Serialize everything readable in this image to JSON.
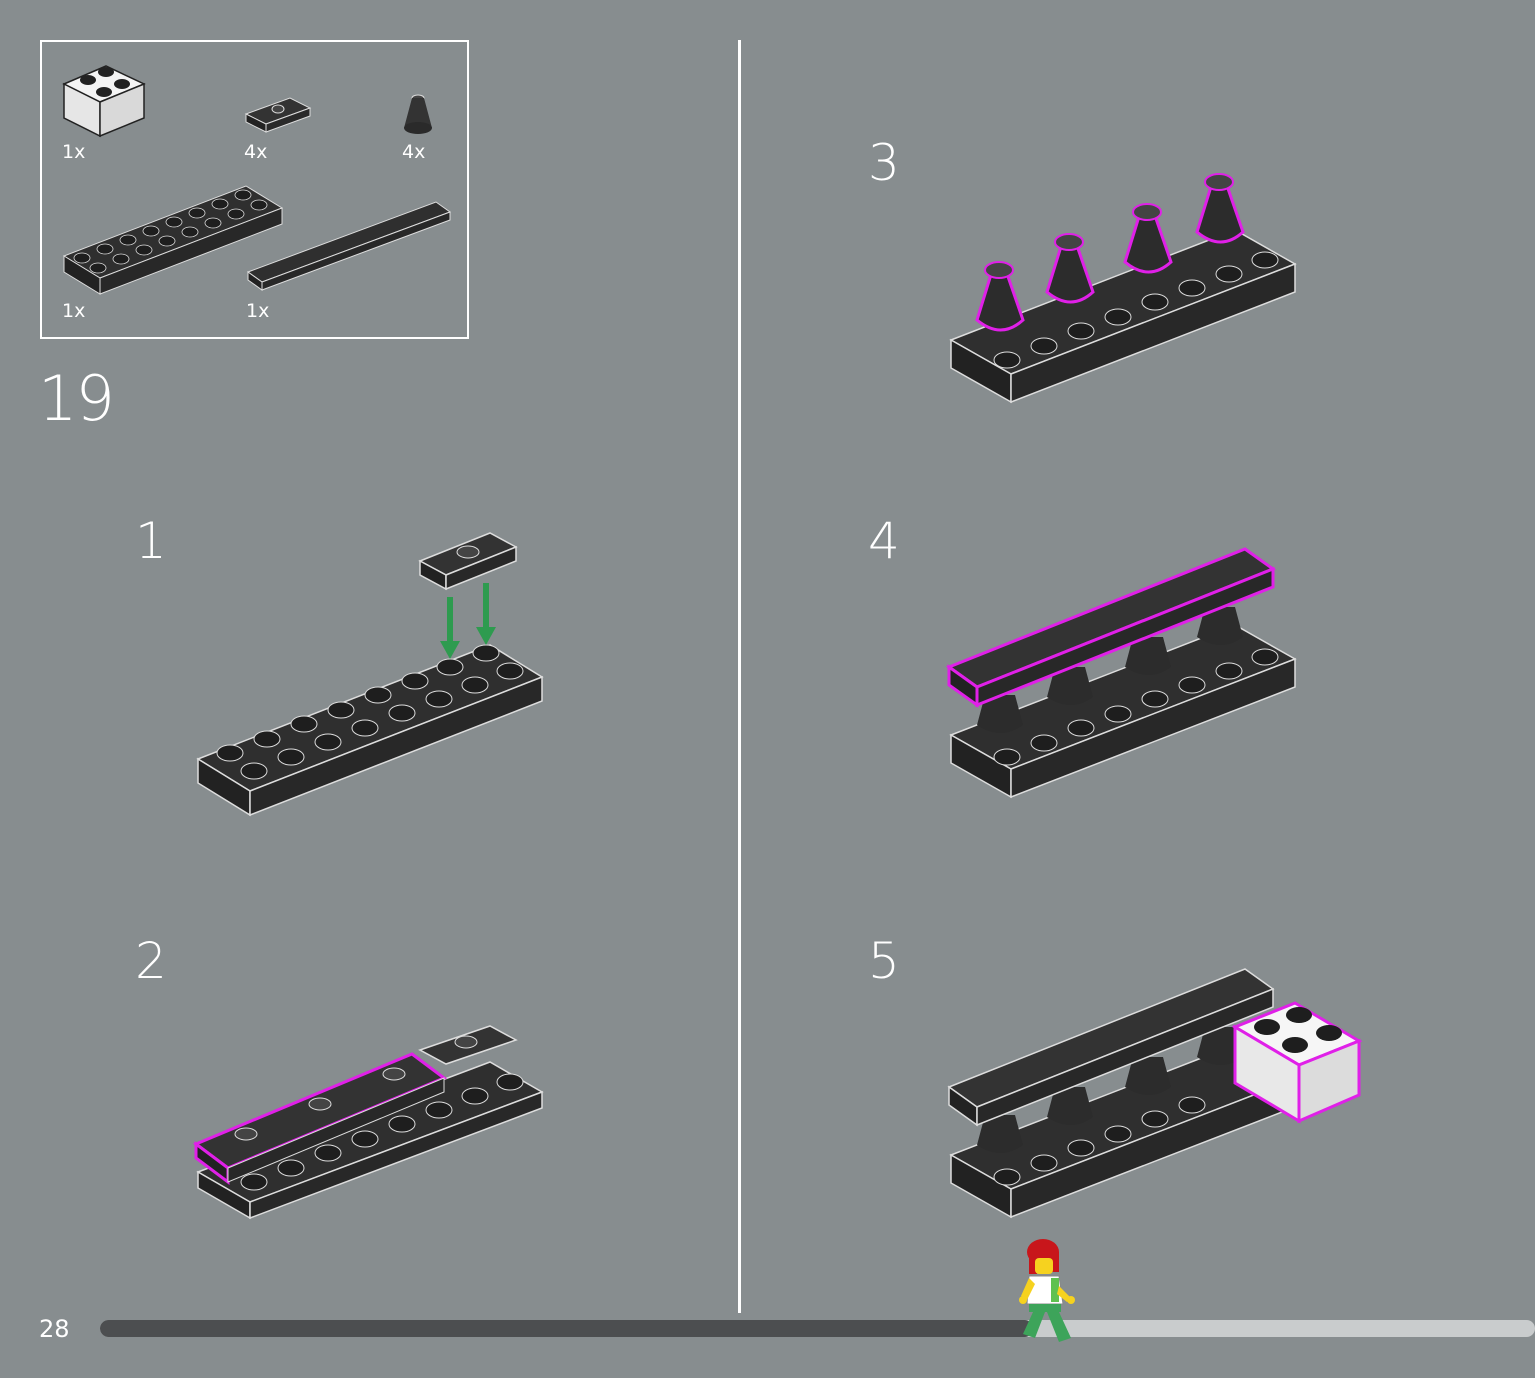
{
  "step_number": "19",
  "page_number": "28",
  "progress": 0.65,
  "colors": {
    "background": "#878d8f",
    "brick_dark": "#2b2b2b",
    "brick_white": "#f2f2f2",
    "highlight": "#e020e8",
    "arrow": "#2e9b4f",
    "progress_filled": "#4c4e50",
    "progress_empty": "#c9cccd"
  },
  "parts_list": [
    {
      "qty": "1x",
      "part": "white 2x2 brick"
    },
    {
      "qty": "4x",
      "part": "black 1x2 jumper plate"
    },
    {
      "qty": "4x",
      "part": "black 1x1 cone"
    },
    {
      "qty": "1x",
      "part": "black 2x8 plate"
    },
    {
      "qty": "1x",
      "part": "black 1x8 tile"
    }
  ],
  "substeps": [
    "1",
    "2",
    "3",
    "4",
    "5"
  ]
}
